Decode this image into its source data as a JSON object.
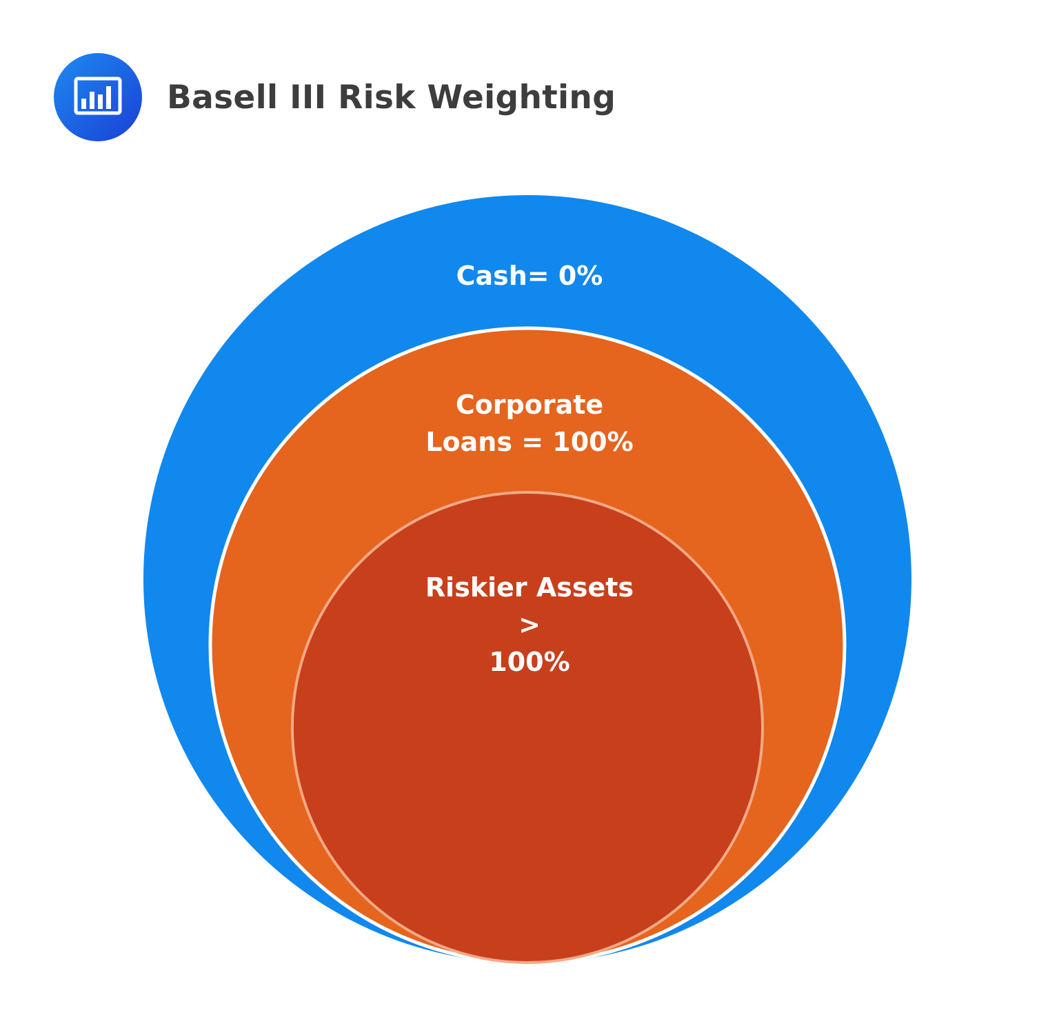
{
  "header": {
    "title": "Basell III Risk Weighting",
    "icon": "bar-chart-icon"
  },
  "diagram": {
    "type": "nested-circles",
    "colors": {
      "icon_badge_start": "#1e8bf0",
      "icon_badge_end": "#1a3fd6",
      "outer": "#1088ee",
      "middle": "#e5641e",
      "inner": "#c83f1c",
      "middle_border": "#ffffff",
      "inner_border": "#f2a987"
    },
    "rings": [
      {
        "level": "outer",
        "label": "Cash= 0%"
      },
      {
        "level": "middle",
        "label": "Corporate\nLoans = 100%"
      },
      {
        "level": "inner",
        "label": "Riskier Assets\n>\n100%"
      }
    ]
  }
}
